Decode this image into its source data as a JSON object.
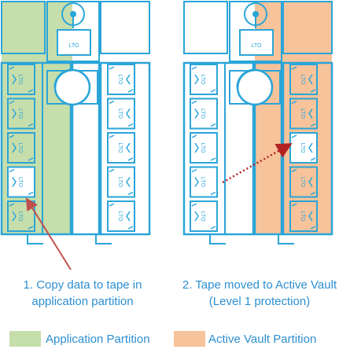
{
  "cartridge_label": "LTO",
  "colors": {
    "outline": "#2aa5d8",
    "application_partition": "#c6deab",
    "active_vault_partition": "#f7c39a",
    "arrow": "#c0504d",
    "text": "#2e8fd0"
  },
  "left_panel": {
    "caption_line1": "1. Copy data to tape in",
    "caption_line2": "application partition"
  },
  "right_panel": {
    "caption_line1": "2. Tape moved to Active Vault",
    "caption_line2": "(Level 1 protection)"
  },
  "legend": [
    {
      "label": "Application Partition",
      "color": "#c6deab"
    },
    {
      "label": "Active Vault Partition",
      "color": "#f7c39a"
    }
  ],
  "icons": [
    "tape-drive-icon",
    "robotic-picker-icon",
    "lto-cartridge-icon",
    "move-arrow-icon"
  ]
}
